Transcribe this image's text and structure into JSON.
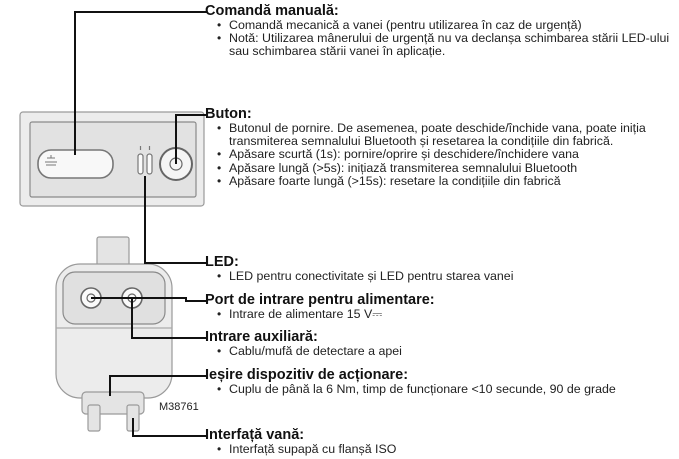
{
  "sections": [
    {
      "heading": "Comandă manuală:",
      "items": [
        "Comandă mecanică a vanei (pentru utilizarea în caz de urgență)",
        "Notă: Utilizarea mânerului de urgență nu va declanșa schimbarea stării LED-ului sau schimbarea stării vanei în aplicație."
      ]
    },
    {
      "heading": "Buton:",
      "items": [
        "Butonul de pornire. De asemenea, poate deschide/închide vana, poate iniția transmiterea semnalului Bluetooth și resetarea la condițiile din fabrică.",
        "Apăsare scurtă (1s): pornire/oprire și deschidere/închidere vana",
        "Apăsare lungă (>5s): inițiază transmiterea semnalului Bluetooth",
        "Apăsare foarte lungă (>15s): resetare la condițiile din fabrică"
      ]
    },
    {
      "heading": "LED:",
      "items": [
        "LED pentru conectivitate și LED pentru starea vanei"
      ]
    },
    {
      "heading": "Port de intrare pentru alimentare:",
      "items": [
        "Intrare de alimentare 15 V⎓"
      ]
    },
    {
      "heading": "Intrare auxiliară:",
      "items": [
        "Cablu/mufă de detectare a apei"
      ]
    },
    {
      "heading": "Ieșire dispozitiv de acționare:",
      "items": [
        "Cuplu de până la 6 Nm, timp de funcționare <10 secunde, 90 de grade"
      ]
    },
    {
      "heading": "Interfață vană:",
      "items": [
        "Interfață supapă cu flanșă ISO"
      ]
    }
  ],
  "figure_code": "M38761"
}
